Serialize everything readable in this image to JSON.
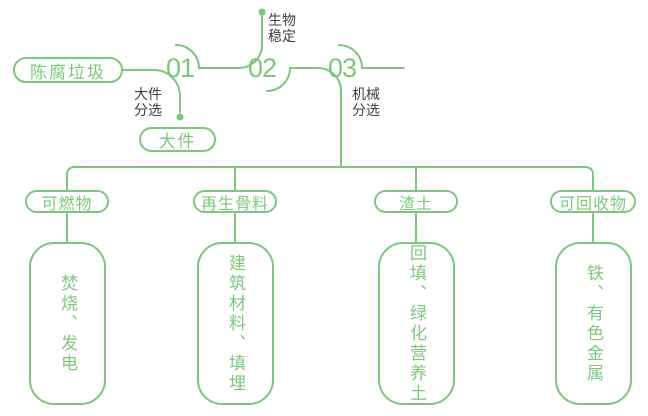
{
  "palette": {
    "green": "#7DC77D",
    "text_dark": "#3F3F3F",
    "background": "#FFFFFF"
  },
  "flow": {
    "source": "陈腐垃圾",
    "steps": [
      {
        "number": "01",
        "label": "大件\n分选"
      },
      {
        "number": "02",
        "label": "生物\n稳定"
      },
      {
        "number": "03",
        "label": "机械\n分选"
      }
    ],
    "bulky_output": "大件",
    "branches": [
      {
        "category": "可燃物",
        "result": "焚烧、发电"
      },
      {
        "category": "再生骨料",
        "result": "建筑材料、填埋"
      },
      {
        "category": "渣土",
        "result": "回填、绿化营养土"
      },
      {
        "category": "可回收物",
        "result": "铁、有色金属"
      }
    ]
  }
}
